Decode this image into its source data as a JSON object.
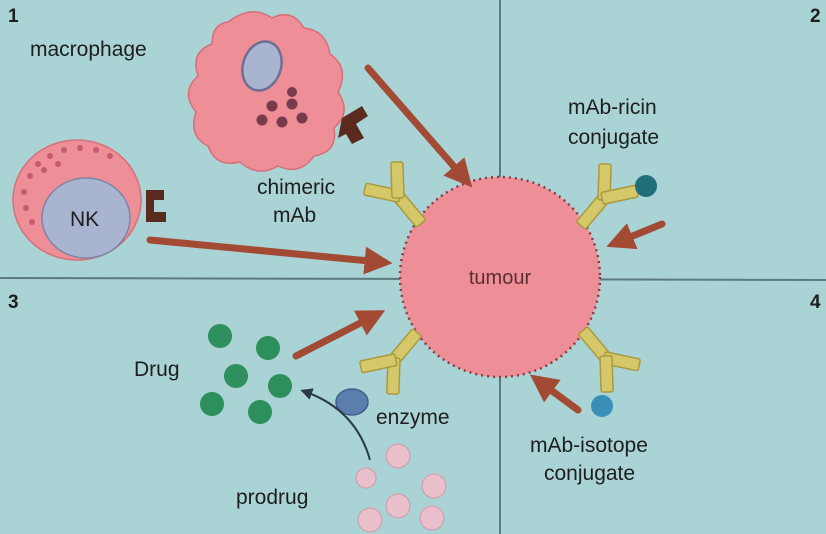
{
  "panels": {
    "panel_1": "1",
    "panel_2": "2",
    "panel_3": "3",
    "panel_4": "4"
  },
  "labels": {
    "macrophage": "macrophage",
    "nk": "NK",
    "chimeric_line1": "chimeric",
    "chimeric_line2": "mAb",
    "tumour": "tumour",
    "ricin_line1": "mAb-ricin",
    "ricin_line2": "conjugate",
    "drug": "Drug",
    "enzyme": "enzyme",
    "prodrug": "prodrug",
    "isotope_line1": "mAb-isotope",
    "isotope_line2": "conjugate"
  },
  "colors": {
    "background": "#a9d3d4",
    "divider": "#5b7b7f",
    "cell_pink": "#ee8f98",
    "nucleus": "#a9b4d0",
    "granule": "#7a3a4d",
    "antibody_yellow": "#d4c86a",
    "antibody_edge": "#a99a3e",
    "arrow_brown": "#a34a35",
    "drug_green": "#2c8f5c",
    "prodrug_pink": "#e8bfca",
    "ricin_teal": "#1f6e7a",
    "isotope_blue": "#3a8fb8",
    "enzyme_blue": "#5a7fae"
  }
}
